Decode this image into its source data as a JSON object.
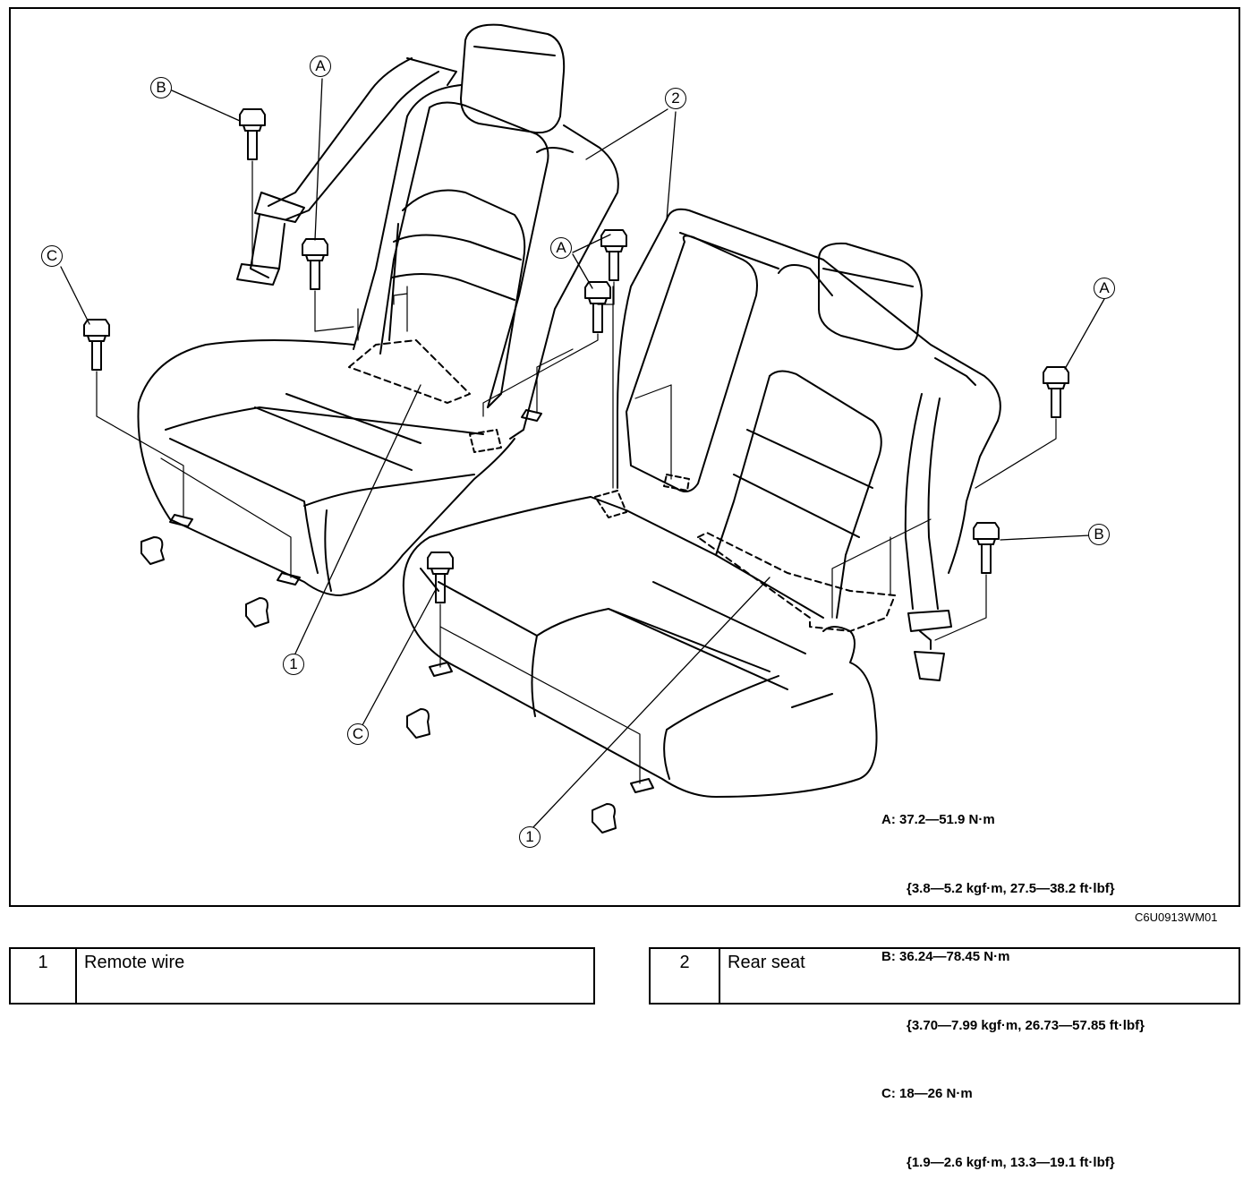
{
  "callouts": {
    "B_left": "B",
    "A_top": "A",
    "num2": "2",
    "C_left": "C",
    "A_mid": "A",
    "A_right": "A",
    "B_right": "B",
    "num1_left": "1",
    "C_bottom": "C",
    "num1_bottom": "1"
  },
  "torque_spec": {
    "a_line1": "A: 37.2—51.9 N·m",
    "a_line2": "{3.8—5.2 kgf·m, 27.5—38.2 ft·lbf}",
    "b_line1": "B: 36.24—78.45 N·m",
    "b_line2": "{3.70—7.99 kgf·m, 26.73—57.85 ft·lbf}",
    "c_line1": "C: 18—26 N·m",
    "c_line2": "{1.9—2.6 kgf·m, 13.3—19.1 ft·lbf}"
  },
  "figure_code": "C6U0913WM01",
  "legend": [
    {
      "number": "1",
      "label": "Remote wire"
    },
    {
      "number": "2",
      "label": "Rear seat"
    }
  ]
}
